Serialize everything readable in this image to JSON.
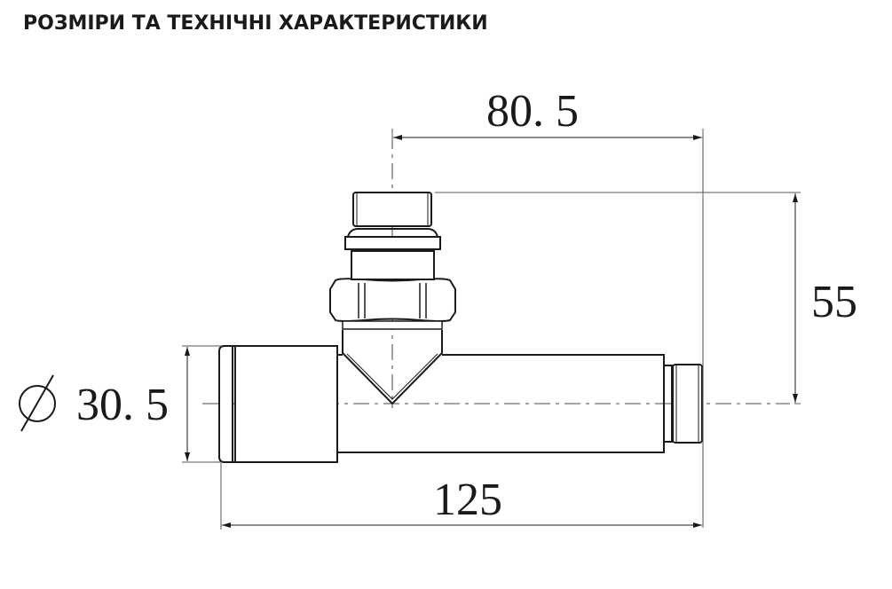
{
  "header": {
    "title": "РОЗМІРИ ТА ТЕХНІЧНІ ХАРАКТЕРИСТИКИ"
  },
  "drawing": {
    "subject": "angled-radiator-valve",
    "dimensions": {
      "top_width": "80. 5",
      "height": "55",
      "diameter_symbol": "∅",
      "diameter": "30. 5",
      "overall_length": "125"
    },
    "colors": {
      "line": "#1a1a1a",
      "dim_line": "#555555"
    }
  }
}
